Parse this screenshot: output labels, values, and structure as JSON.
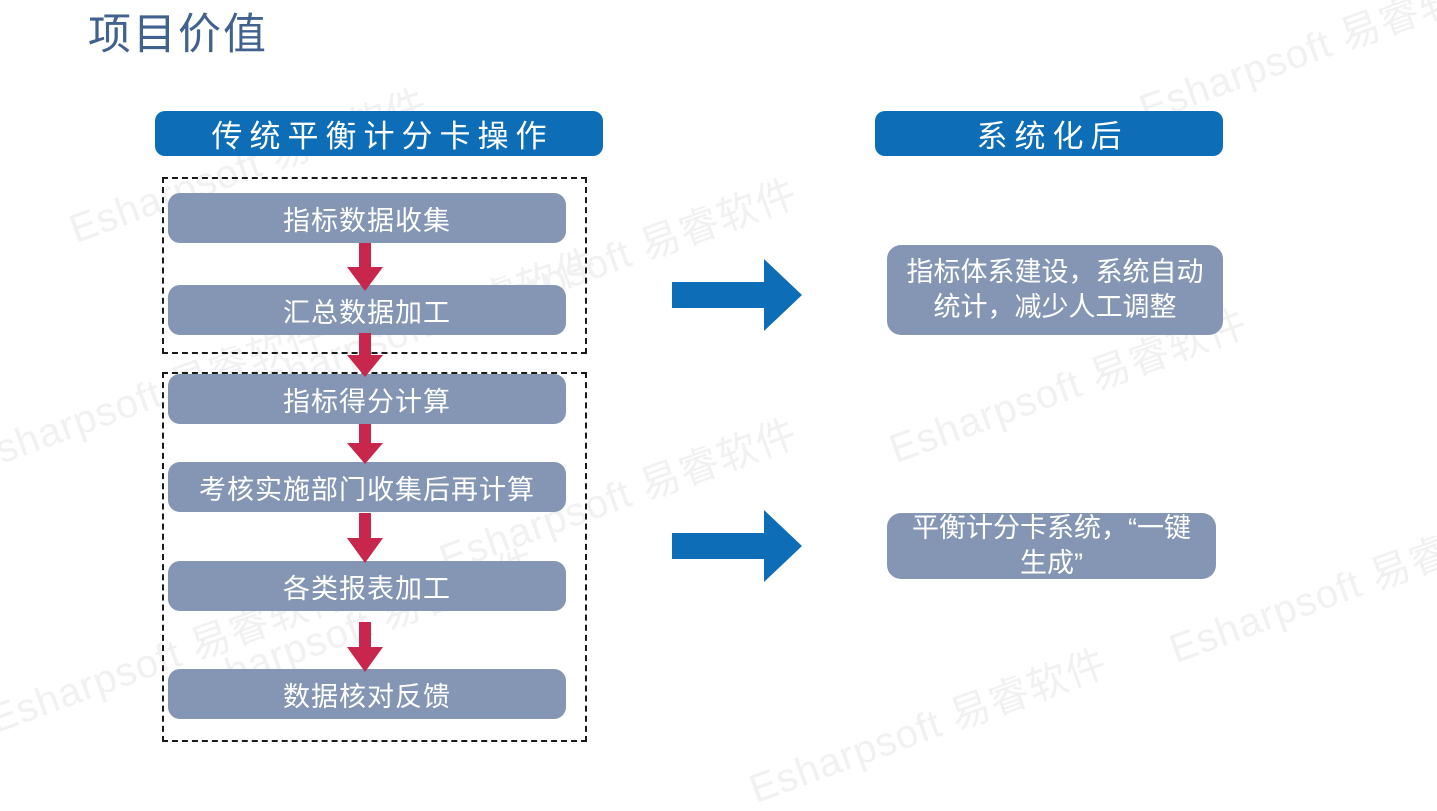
{
  "slide": {
    "title": "项目价值",
    "title_color": "#41618e",
    "background": "#ffffff"
  },
  "colors": {
    "header_blue": "#0D6DB7",
    "box_grey_blue": "#8496B3",
    "down_arrow_crimson": "#C8264C",
    "right_arrow_blue": "#0D6DB7",
    "dashed_border": "#1a1a1a",
    "watermark": "#f1f1f1"
  },
  "headers": {
    "left": "传统平衡计分卡操作",
    "right": "系统化后"
  },
  "left_flow": {
    "groups": [
      {
        "name": "data-collection-group",
        "steps": [
          {
            "id": "p1",
            "label": "指标数据收集"
          },
          {
            "id": "p2",
            "label": "汇总数据加工"
          }
        ]
      },
      {
        "name": "scoring-reporting-group",
        "steps": [
          {
            "id": "p3",
            "label": "指标得分计算"
          },
          {
            "id": "p4",
            "label": "考核实施部门收集后再计算"
          },
          {
            "id": "p5",
            "label": "各类报表加工"
          },
          {
            "id": "p6",
            "label": "数据核对反馈"
          }
        ]
      }
    ],
    "down_arrows": [
      {
        "id": "a1",
        "from": "p1",
        "to": "p2"
      },
      {
        "id": "a2",
        "from": "p2",
        "to": "p3"
      },
      {
        "id": "a3",
        "from": "p3",
        "to": "p4"
      },
      {
        "id": "a4",
        "from": "p4",
        "to": "p5"
      },
      {
        "id": "a5",
        "from": "p5",
        "to": "p6"
      }
    ]
  },
  "right_outcomes": [
    {
      "id": "r1",
      "label": "指标体系建设，系统自动统计，减少人工调整"
    },
    {
      "id": "r2",
      "label": "平衡计分卡系统，“一键生成”"
    }
  ],
  "transition_arrows": [
    {
      "id": "t1",
      "icon": "arrow-right-icon"
    },
    {
      "id": "t2",
      "icon": "arrow-right-icon"
    }
  ],
  "watermark": {
    "text": "Esharpsoft 易睿软件",
    "short_text": "Esharpsoft",
    "rotation_deg": -20
  }
}
